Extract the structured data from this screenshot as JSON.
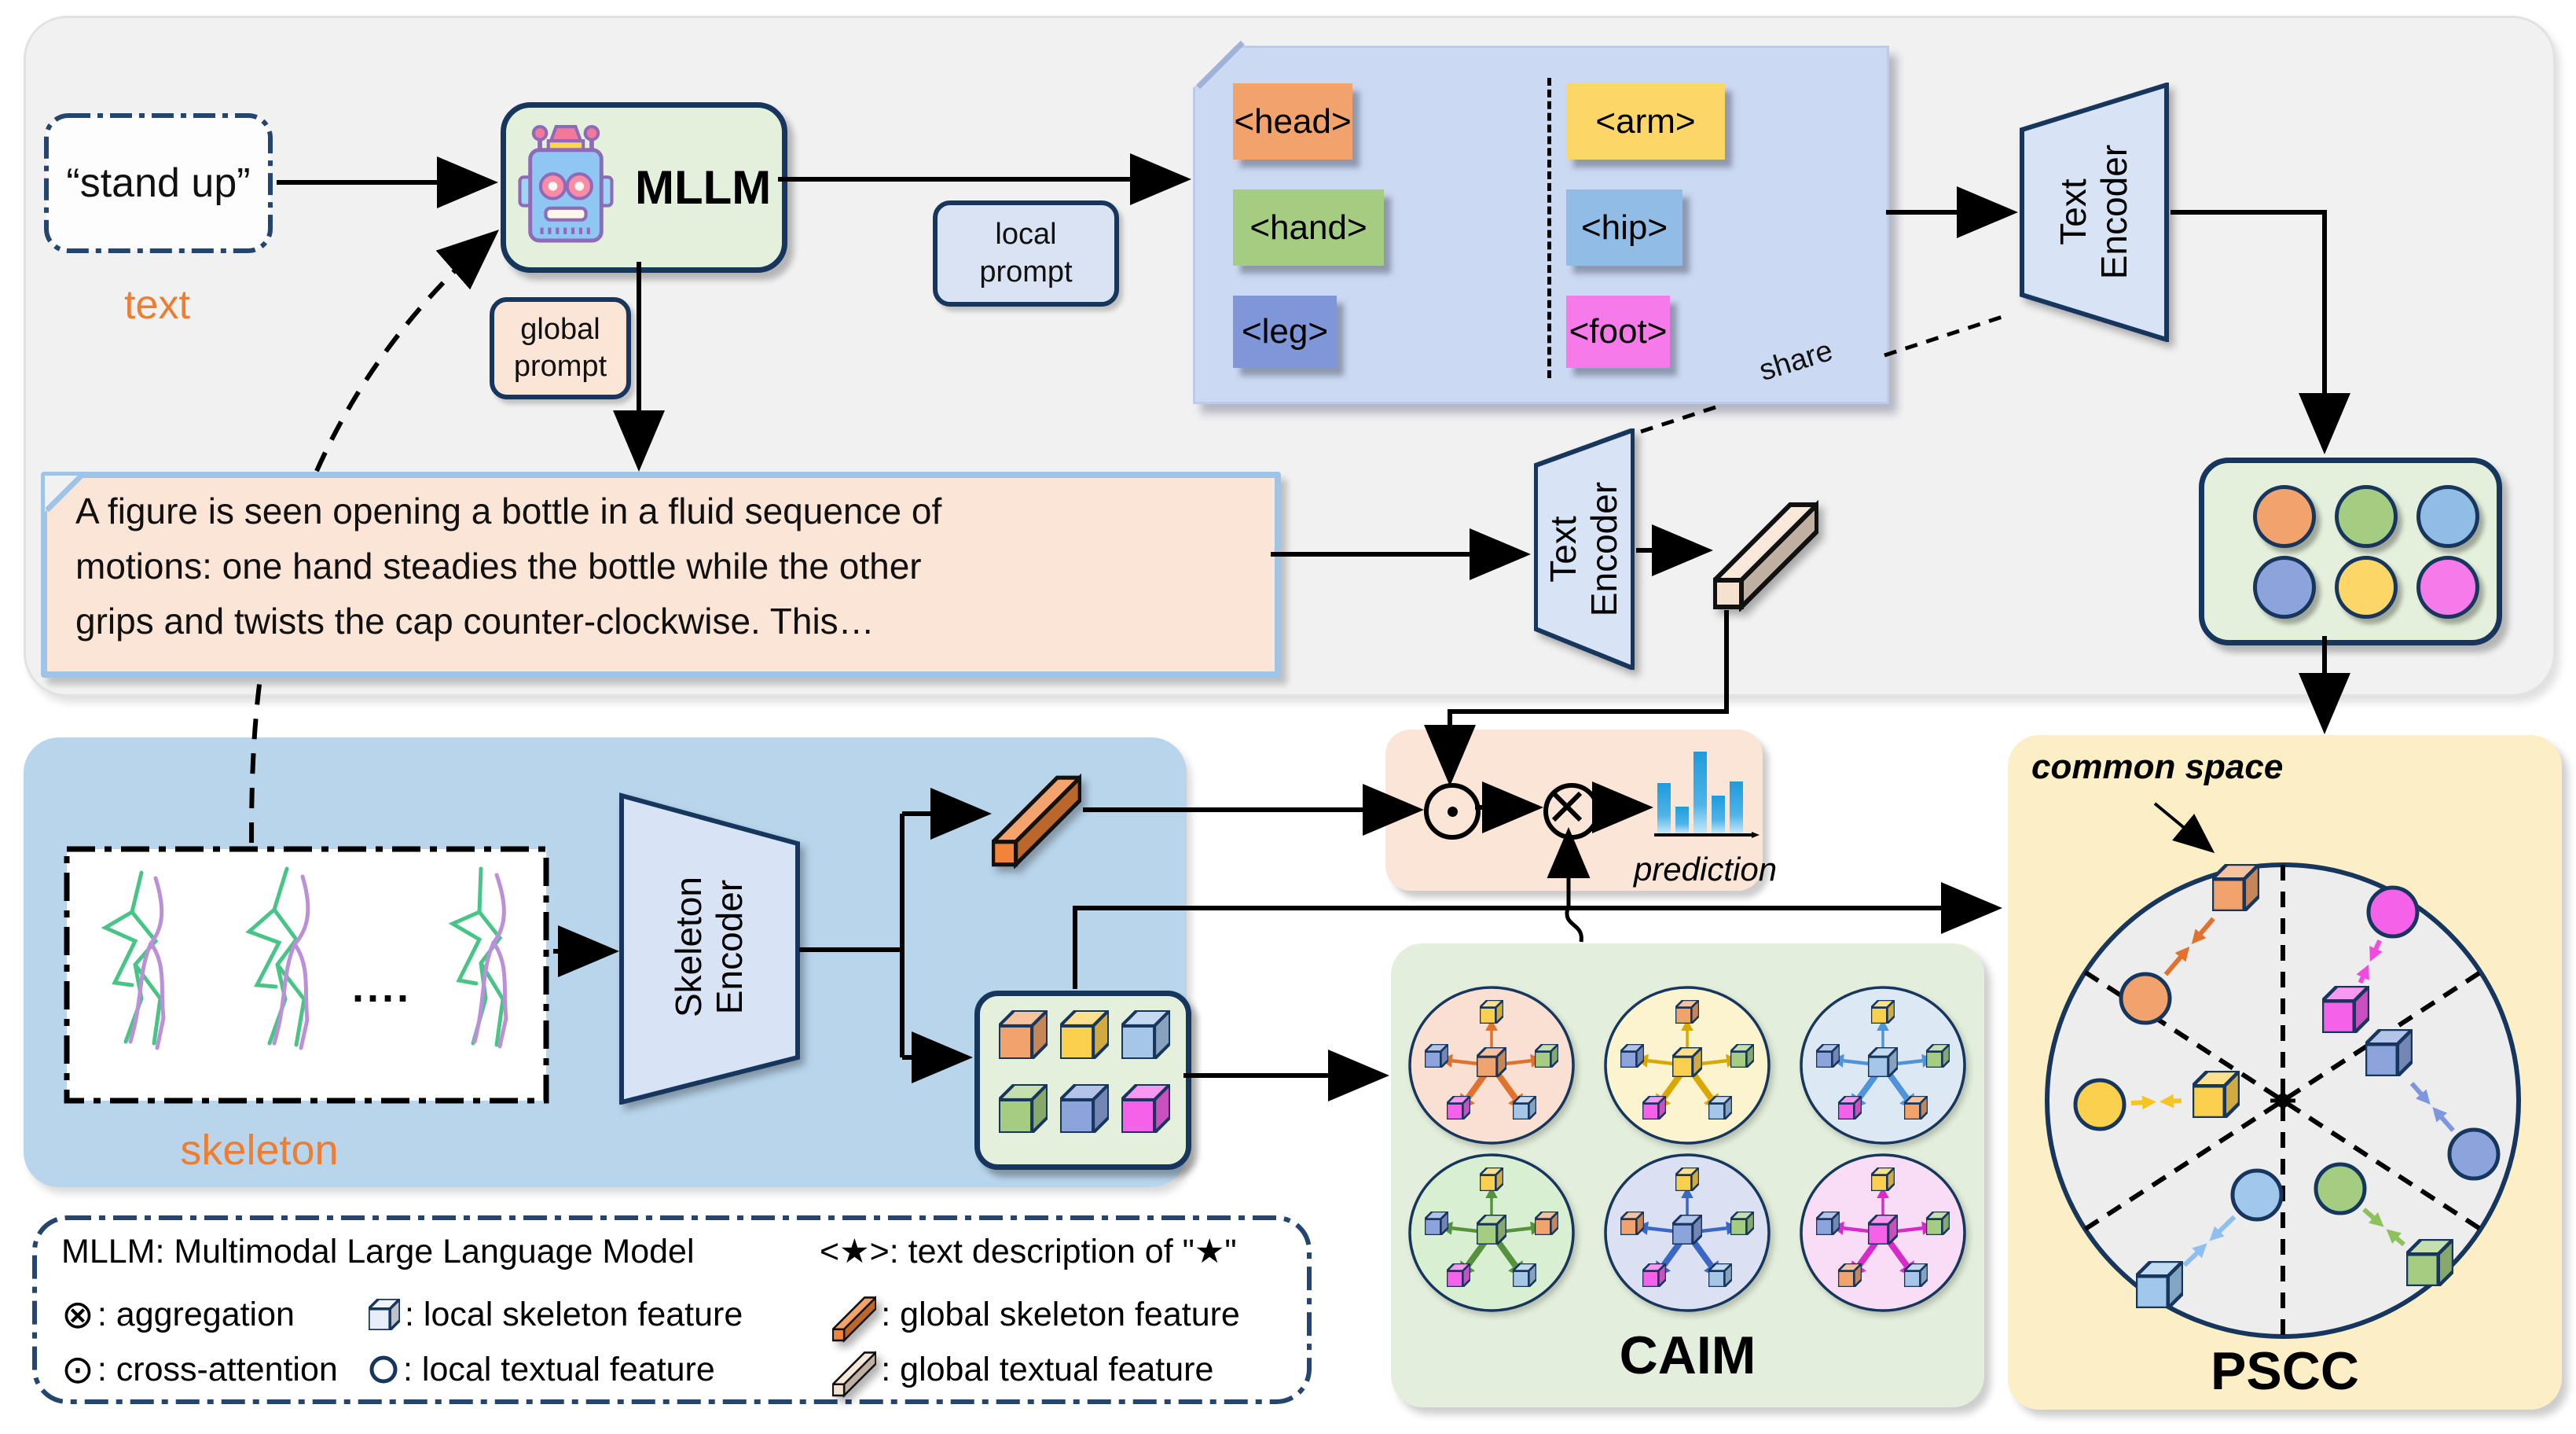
{
  "colors": {
    "navy_border": "#17365D",
    "orange_label": "#ED7D31",
    "gray_panel": "#F1F1F2",
    "blue_panel": "#B9D5EC",
    "green_panel": "#E4F0DC",
    "peach_panel": "#FBE5D6",
    "token_panel": "#CCD9F2",
    "yellow_panel": "#FCEFC5"
  },
  "top": {
    "input_text": "“stand up”",
    "input_label": "text",
    "mllm_label": "MLLM",
    "global_prompt": [
      "global",
      "prompt"
    ],
    "local_prompt": [
      "local",
      "prompt"
    ],
    "tokens": [
      {
        "label": "<head>",
        "color": "#F2A36B"
      },
      {
        "label": "<arm>",
        "color": "#FCD667"
      },
      {
        "label": "<hand>",
        "color": "#A5CD82"
      },
      {
        "label": "<hip>",
        "color": "#90BCE5"
      },
      {
        "label": "<leg>",
        "color": "#7F97D9"
      },
      {
        "label": "<foot>",
        "color": "#F67AE9"
      }
    ],
    "text_encoder": [
      "Text",
      "Encoder"
    ],
    "share_label": "share",
    "paragraph": "A figure is seen opening a bottle in a fluid sequence of\nmotions: one hand steadies the bottle while the other\ngrips and twists the cap counter-clockwise. This…",
    "local_textual_circles": [
      "#F2A36B",
      "#A5CD82",
      "#90BCE5",
      "#8CA3DC",
      "#FCD667",
      "#F67AE9"
    ]
  },
  "bottom": {
    "skeleton_label": "skeleton",
    "skeleton_dots": "....",
    "skeleton_encoder": [
      "Skeleton",
      "Encoder"
    ],
    "local_skeleton_cubes": [
      "#F2A36B",
      "#FCD04F",
      "#A6C6E8",
      "#A5CD82",
      "#8CA3DC",
      "#F561E8"
    ]
  },
  "prediction": {
    "label": "prediction",
    "cross_attention_symbol": "cross-attention",
    "aggregation_symbol": "aggregation",
    "bars": [
      64,
      34,
      104,
      48,
      66
    ]
  },
  "caim": {
    "label": "CAIM",
    "cells": [
      {
        "center": "#F2A36B",
        "bg": "#FAE0D2",
        "arrow": "#E0722D",
        "satellites": [
          "#FCD04F",
          "#8CA3DC",
          "#A5CD82",
          "#F561E8",
          "#A6C6E8"
        ]
      },
      {
        "center": "#FCD04F",
        "bg": "#FCF3CF",
        "arrow": "#D9A800",
        "satellites": [
          "#F2A36B",
          "#8CA3DC",
          "#A5CD82",
          "#F561E8",
          "#A6C6E8"
        ]
      },
      {
        "center": "#A6C6E8",
        "bg": "#DCE9F5",
        "arrow": "#4E94DB",
        "satellites": [
          "#FCD04F",
          "#8CA3DC",
          "#A5CD82",
          "#F561E8",
          "#F2A36B"
        ]
      },
      {
        "center": "#A5CD82",
        "bg": "#D8EFD2",
        "arrow": "#55923E",
        "satellites": [
          "#FCD04F",
          "#8CA3DC",
          "#F2A36B",
          "#F561E8",
          "#A6C6E8"
        ]
      },
      {
        "center": "#8CA3DC",
        "bg": "#DBE1F2",
        "arrow": "#3A66C4",
        "satellites": [
          "#FCD04F",
          "#F2A36B",
          "#A5CD82",
          "#F561E8",
          "#A6C6E8"
        ]
      },
      {
        "center": "#F561E8",
        "bg": "#F9DCF6",
        "arrow": "#D62BC8",
        "satellites": [
          "#FCD04F",
          "#8CA3DC",
          "#A5CD82",
          "#F2A36B",
          "#A6C6E8"
        ]
      }
    ]
  },
  "pscc": {
    "label": "PSCC",
    "common_space": "common space",
    "pairs": [
      {
        "name": "head",
        "color": "#F2A36B",
        "arrow": "#E0722D"
      },
      {
        "name": "foot",
        "color": "#F561E8",
        "arrow": "#F04AE0"
      },
      {
        "name": "leg",
        "color": "#8CA3DC",
        "arrow": "#7C97DE"
      },
      {
        "name": "arm",
        "color": "#FCD04F",
        "arrow": "#F5C623"
      },
      {
        "name": "hip",
        "color": "#A0C8EC",
        "arrow": "#8FBEF0"
      },
      {
        "name": "hand",
        "color": "#A5CD82",
        "arrow": "#8CC15C"
      }
    ]
  },
  "legend": {
    "row1_left": "MLLM: Multimodal Large Language Model",
    "row1_right": "<★>: text description of \"★\"",
    "row2": [
      {
        "glyph": "⊗",
        "text": ": aggregation"
      },
      {
        "icon": "cube",
        "text": ": local skeleton feature"
      },
      {
        "icon": "bar-orange",
        "text": ": global skeleton feature"
      }
    ],
    "row3": [
      {
        "glyph": "⊙",
        "text": ": cross-attention"
      },
      {
        "icon": "circle",
        "text": ": local textual feature"
      },
      {
        "icon": "bar-white",
        "text": ": global textual feature"
      }
    ]
  }
}
